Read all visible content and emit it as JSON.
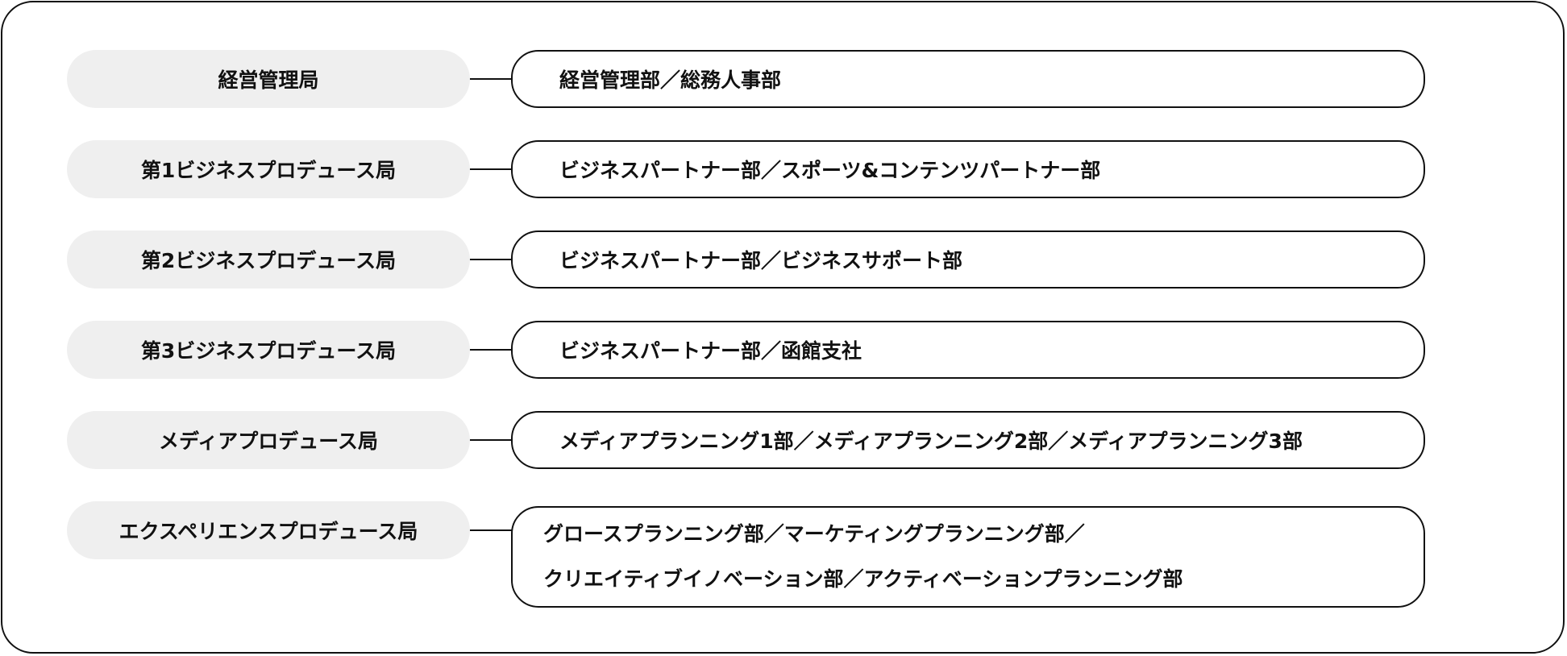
{
  "rows": [
    {
      "bureau": "経営管理局",
      "departments": [
        "経営管理部／総務人事部"
      ]
    },
    {
      "bureau": "第1ビジネスプロデュース局",
      "departments": [
        "ビジネスパートナー部／スポーツ&コンテンツパートナー部"
      ]
    },
    {
      "bureau": "第2ビジネスプロデュース局",
      "departments": [
        "ビジネスパートナー部／ビジネスサポート部"
      ]
    },
    {
      "bureau": "第3ビジネスプロデュース局",
      "departments": [
        "ビジネスパートナー部／函館支社"
      ]
    },
    {
      "bureau": "メディアプロデュース局",
      "departments": [
        "メディアプランニング1部／メディアプランニング2部／メディアプランニング3部"
      ]
    },
    {
      "bureau": "エクスペリエンスプロデュース局",
      "departments": [
        "グロースプランニング部／マーケティングプランニング部／",
        "クリエイティブイノベーション部／アクティベーションプランニング部"
      ]
    }
  ]
}
